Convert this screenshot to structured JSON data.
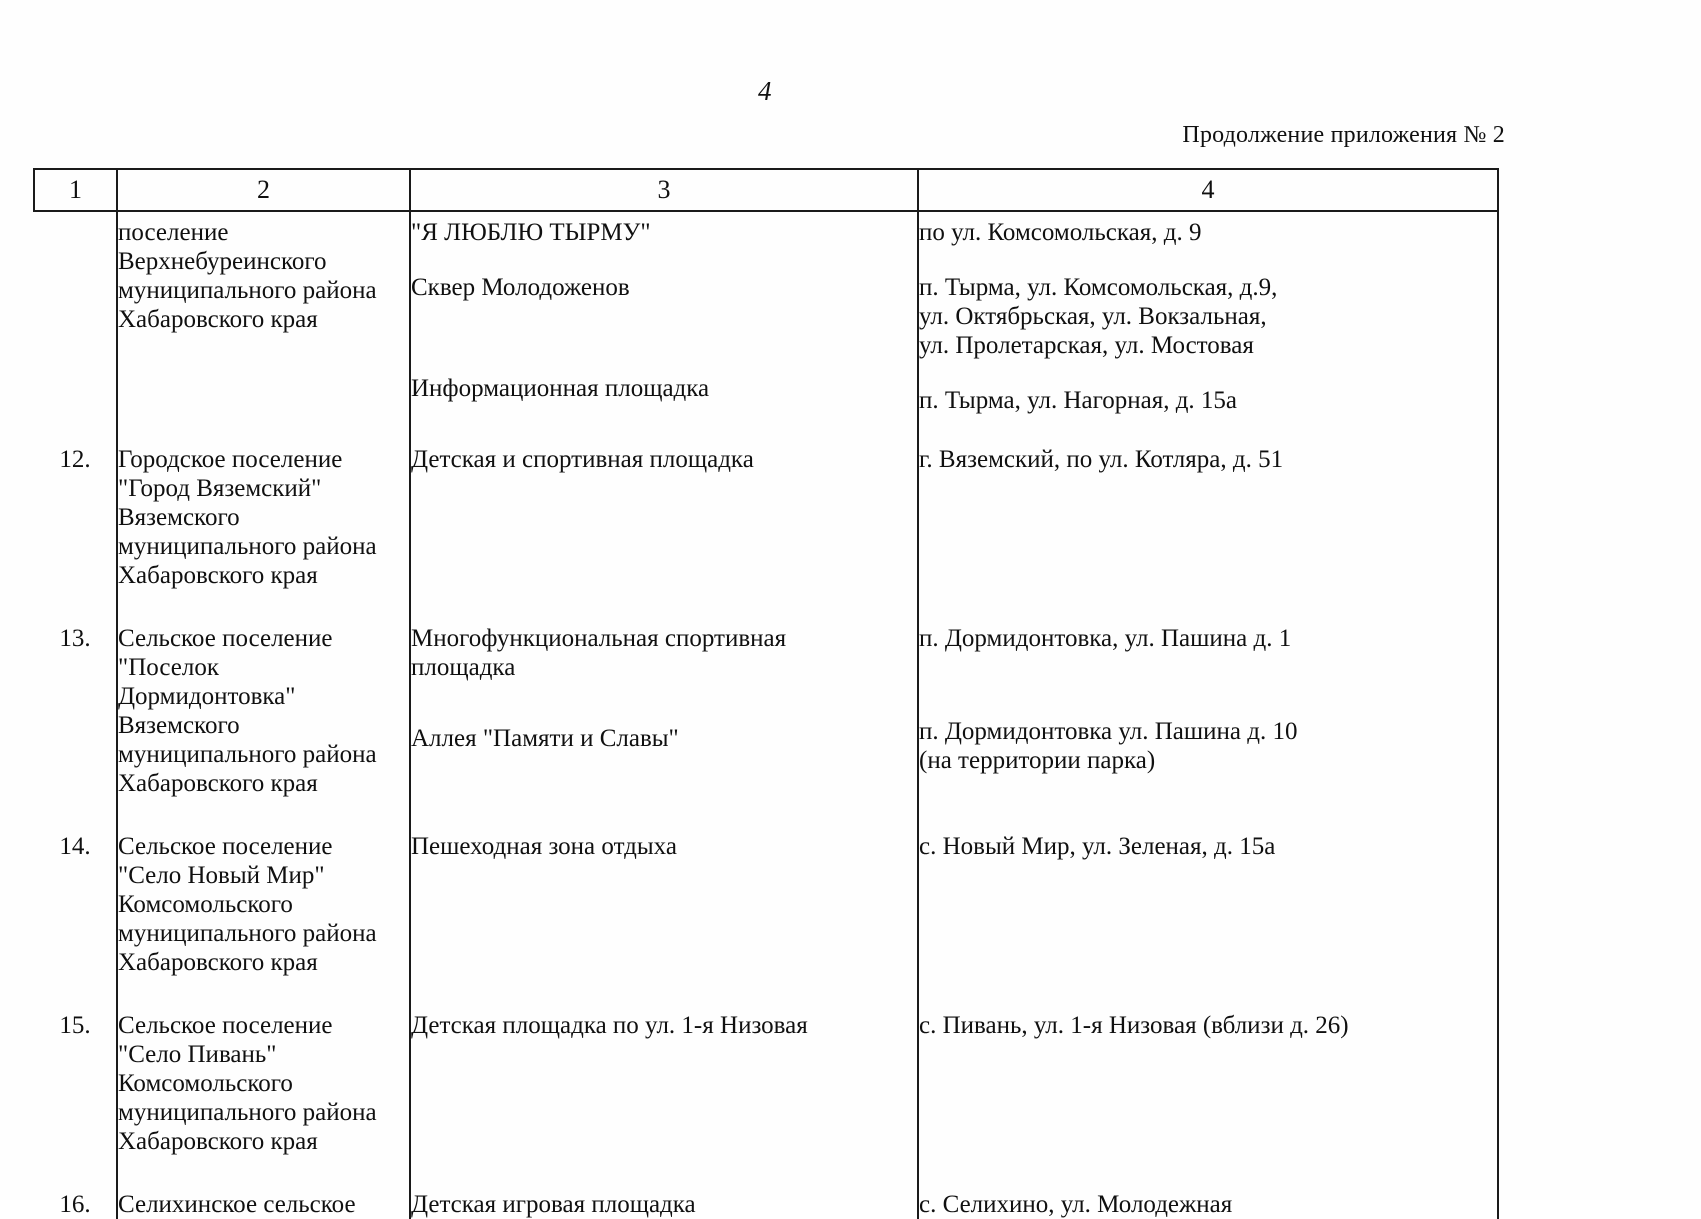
{
  "page": {
    "number": "4",
    "appendix_header": "Продолжение приложения № 2"
  },
  "table": {
    "column_headers": [
      "1",
      "2",
      "3",
      "4"
    ],
    "rows": [
      {
        "num": "",
        "organization": [
          "поселение",
          "Верхнебуреинского",
          "муниципального района",
          "Хабаровского края"
        ],
        "entries": [
          {
            "object": [
              "\"Я ЛЮБЛЮ ТЫРМУ\""
            ],
            "address": [
              "по ул. Комсомольская, д. 9"
            ]
          },
          {
            "object": [
              "Сквер Молодоженов"
            ],
            "address": [
              "п. Тырма, ул. Комсомольская, д.9,",
              "ул. Октябрьская, ул. Вокзальная,",
              "ул. Пролетарская, ул. Мостовая"
            ]
          },
          {
            "object": [
              "Информационная площадка"
            ],
            "address": [
              "п. Тырма, ул. Нагорная, д. 15а"
            ]
          }
        ]
      },
      {
        "num": "12.",
        "organization": [
          "Городское поселение",
          "\"Город Вяземский\"",
          "Вяземского",
          "муниципального района",
          "Хабаровского края"
        ],
        "entries": [
          {
            "object": [
              "Детская и спортивная площадка"
            ],
            "address": [
              "г. Вяземский, по ул. Котляра, д. 51"
            ]
          }
        ]
      },
      {
        "num": "13.",
        "organization": [
          "Сельское поселение",
          "\"Поселок",
          "Дормидонтовка\"",
          "Вяземского",
          "муниципального района",
          "Хабаровского края"
        ],
        "entries": [
          {
            "object": [
              "Многофункциональная спортивная",
              "площадка"
            ],
            "address": [
              "п. Дормидонтовка, ул. Пашина д. 1"
            ]
          },
          {
            "object": [
              "Аллея \"Памяти и Славы\""
            ],
            "address": [
              "п. Дормидонтовка ул. Пашина д. 10",
              "(на территории парка)"
            ]
          }
        ]
      },
      {
        "num": "14.",
        "organization": [
          "Сельское поселение",
          "\"Село Новый Мир\"",
          "Комсомольского",
          "муниципального района",
          "Хабаровского края"
        ],
        "entries": [
          {
            "object": [
              "Пешеходная зона отдыха"
            ],
            "address": [
              "с. Новый Мир, ул. Зеленая, д. 15а"
            ]
          }
        ]
      },
      {
        "num": "15.",
        "organization": [
          "Сельское поселение",
          "\"Село Пивань\"",
          "Комсомольского",
          "муниципального района",
          "Хабаровского края"
        ],
        "entries": [
          {
            "object": [
              "Детская площадка по ул. 1-я Низовая"
            ],
            "address": [
              "с. Пивань, ул. 1-я Низовая (вблизи д. 26)"
            ]
          }
        ]
      },
      {
        "num": "16.",
        "organization": [
          "Селихинское сельское"
        ],
        "entries": [
          {
            "object": [
              "Детская игровая площадка"
            ],
            "address": [
              "с. Селихино, ул. Молодежная"
            ]
          }
        ]
      }
    ]
  }
}
